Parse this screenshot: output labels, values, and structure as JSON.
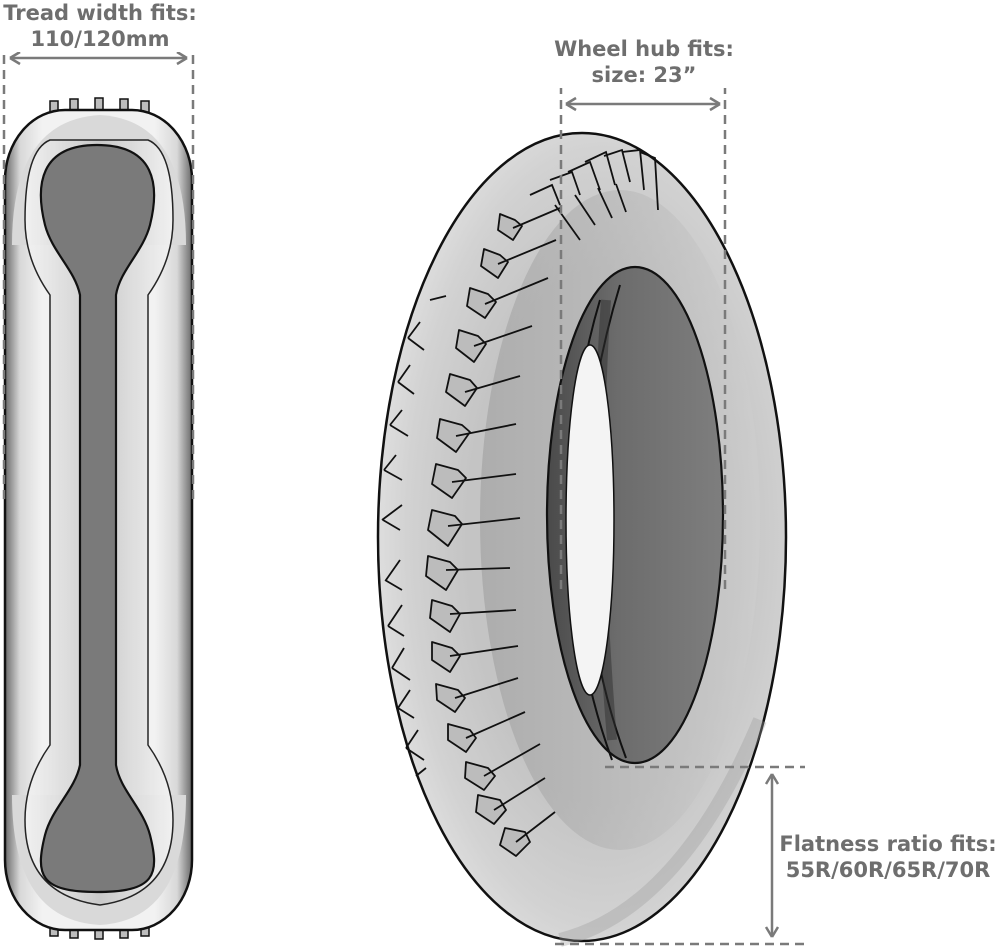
{
  "labels": {
    "tread_width": {
      "title": "Tread width fits:",
      "value": "110/120mm"
    },
    "wheel_hub": {
      "title": "Wheel hub fits:",
      "value": "size: 23”"
    },
    "flatness_ratio": {
      "title": "Flatness ratio fits:",
      "value": "55R/60R/65R/70R"
    }
  },
  "colors": {
    "label_text": "#6e6e6e",
    "dimension_line": "#7a7a7a",
    "outline": "#111111",
    "tire_light": "#d6d6d6",
    "tire_mid": "#bdbdbd",
    "tire_dark": "#737373"
  }
}
